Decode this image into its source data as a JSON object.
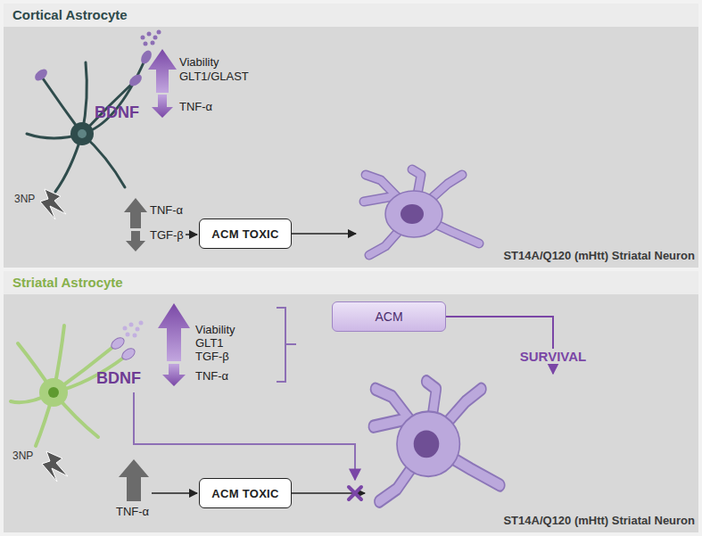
{
  "diagram": {
    "nodes": [
      {
        "text": [
          "Cortical Astrocyte"
        ]
      },
      {
        "text": [
          "ACM TOXIC"
        ],
        "in": 0
      },
      {
        "text": [
          "ST14A/Q120 (mHtt) Striatal Neuron"
        ],
        "in": 0
      },
      {
        "text": [
          "Striatal Astrocyte"
        ]
      },
      {
        "text": [
          "ACM TOXIC"
        ],
        "in": 3
      },
      {
        "text": [
          "ACM"
        ],
        "in": 3
      },
      {
        "text": [
          "ST14A/Q120 (mHtt) Striatal Neuron"
        ],
        "in": 3
      }
    ],
    "edges": [
      {
        "from": 1,
        "to": 2,
        "arrow": "to"
      },
      {
        "from": 4,
        "to": 6,
        "arrow": "to"
      },
      {
        "from": 5,
        "to": 6,
        "arrow": "to",
        "label": "SURVIVAL"
      }
    ],
    "labels": [
      "BDNF",
      "Viability",
      "GLT1/GLAST",
      "TNF-α",
      "3NP",
      "TNF-α",
      "TGF-β",
      "BDNF",
      "Viability",
      "GLT1",
      "TGF-β",
      "TNF-α",
      "3NP",
      "TNF-α"
    ]
  }
}
